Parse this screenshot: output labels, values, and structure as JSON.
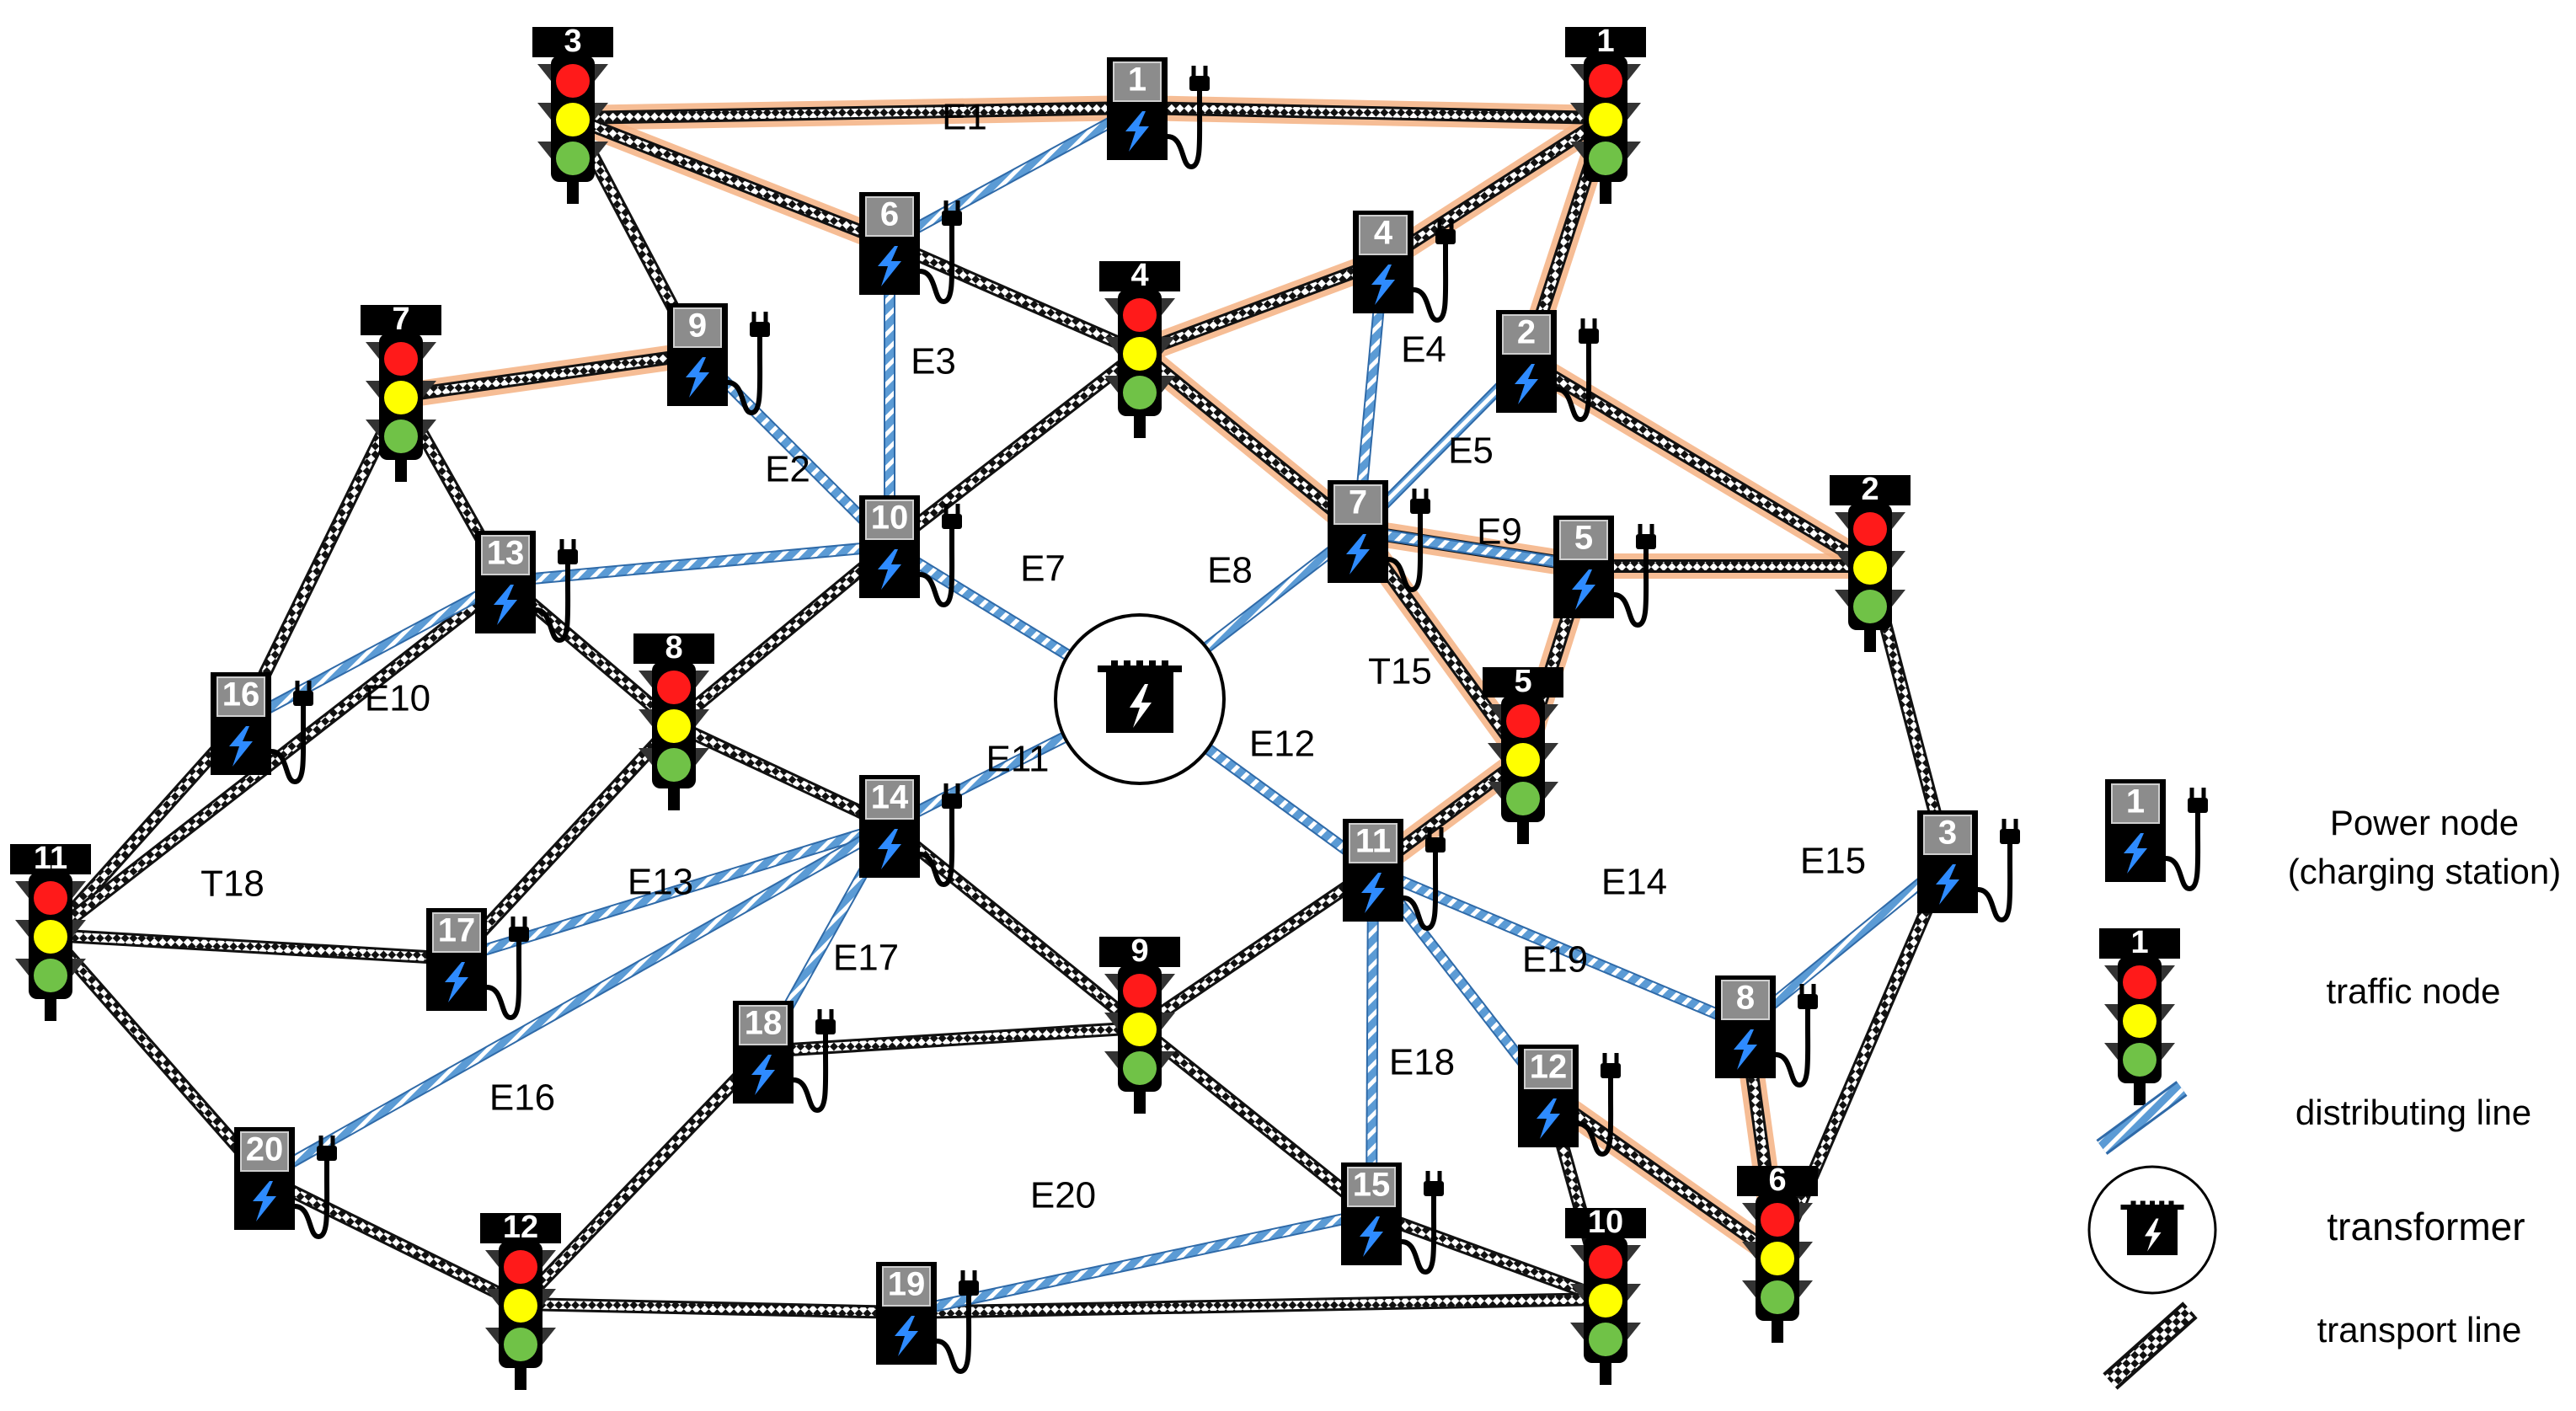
{
  "colors": {
    "distribution_line": "#5b9bd5",
    "transport_line": "#111111",
    "route_highlight": "#f4b183",
    "red_light": "#ff1a1a",
    "yellow_light": "#ffff00",
    "green_light": "#70c247",
    "bolt": "#2e8bff"
  },
  "icons": {
    "power_node": "charging-station-icon",
    "traffic_node": "traffic-light-icon",
    "transformer": "transformer-icon"
  },
  "power_nodes": [
    "1",
    "2",
    "3",
    "4",
    "5",
    "6",
    "7",
    "8",
    "9",
    "10",
    "11",
    "12",
    "13",
    "14",
    "15",
    "16",
    "17",
    "18",
    "19",
    "20"
  ],
  "traffic_nodes": [
    "1",
    "2",
    "3",
    "4",
    "5",
    "6",
    "7",
    "8",
    "9",
    "10",
    "11",
    "12"
  ],
  "edge_labels": [
    "E1",
    "E2",
    "E3",
    "E4",
    "E5",
    "E7",
    "E8",
    "E9",
    "T15",
    "E10",
    "E11",
    "E12",
    "E13",
    "E14",
    "E15",
    "T18",
    "E16",
    "E17",
    "E18",
    "E19",
    "E20"
  ],
  "legend": {
    "power_node_sample": "1",
    "traffic_node_sample": "1",
    "power_node_label_line1": "Power node",
    "power_node_label_line2": "(charging station)",
    "traffic_node_label": "traffic node",
    "distributing_line_label": "distributing line",
    "transformer_label": "transformer",
    "transport_line_label": "transport  line"
  }
}
